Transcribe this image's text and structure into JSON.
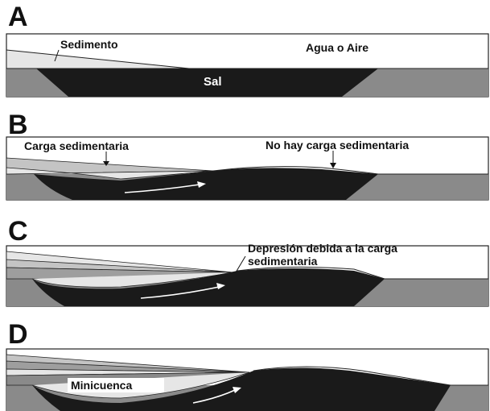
{
  "panels": [
    {
      "letter": "A",
      "labels": {
        "sediment": "Sedimento",
        "water_air": "Agua o Aire",
        "salt": "Sal"
      }
    },
    {
      "letter": "B",
      "labels": {
        "sediment_load": "Carga sedimentaria",
        "no_load": "No hay carga sedimentaria"
      }
    },
    {
      "letter": "C",
      "labels": {
        "depression_line1": "Depresión debida a la carga",
        "depression_line2": "sedimentaria"
      }
    },
    {
      "letter": "D",
      "labels": {
        "minibasin": "Minicuenca"
      }
    }
  ],
  "colors": {
    "salt": "#1a1a1a",
    "basement": "#8a8a8a",
    "sediment_light": "#e6e6e6",
    "sediment_mid": "#c4c4c4",
    "sediment_dark": "#9e9e9e",
    "outline": "#222222",
    "sky": "#ffffff"
  }
}
